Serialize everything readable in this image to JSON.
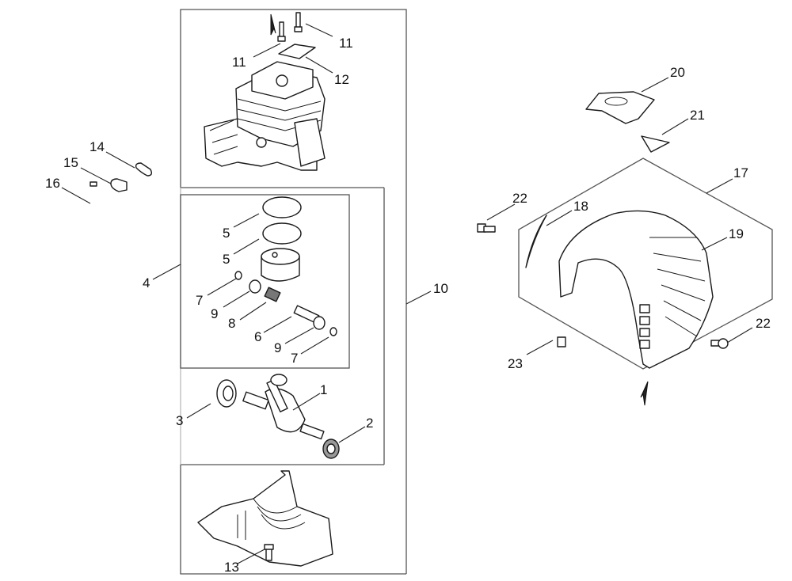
{
  "diagram": {
    "type": "exploded-parts-diagram",
    "callouts": [
      {
        "id": "c11a",
        "label": "11",
        "part": "cylinder-bolt"
      },
      {
        "id": "c11b",
        "label": "11",
        "part": "cylinder-bolt"
      },
      {
        "id": "c12",
        "label": "12",
        "part": "plate"
      },
      {
        "id": "c14",
        "label": "14",
        "part": "tab"
      },
      {
        "id": "c15",
        "label": "15",
        "part": "bracket"
      },
      {
        "id": "c16",
        "label": "16",
        "part": "screw"
      },
      {
        "id": "c4",
        "label": "4",
        "part": "piston-kit"
      },
      {
        "id": "c5a",
        "label": "5",
        "part": "piston-ring"
      },
      {
        "id": "c5b",
        "label": "5",
        "part": "piston-ring"
      },
      {
        "id": "c7a",
        "label": "7",
        "part": "circlip"
      },
      {
        "id": "c9a",
        "label": "9",
        "part": "washer"
      },
      {
        "id": "c8",
        "label": "8",
        "part": "needle-bearing"
      },
      {
        "id": "c6",
        "label": "6",
        "part": "piston-pin"
      },
      {
        "id": "c9b",
        "label": "9",
        "part": "washer"
      },
      {
        "id": "c7b",
        "label": "7",
        "part": "circlip"
      },
      {
        "id": "c10",
        "label": "10",
        "part": "engine-assembly"
      },
      {
        "id": "c1",
        "label": "1",
        "part": "crankshaft"
      },
      {
        "id": "c2",
        "label": "2",
        "part": "bearing"
      },
      {
        "id": "c3",
        "label": "3",
        "part": "oil-seal"
      },
      {
        "id": "c13",
        "label": "13",
        "part": "crankcase-bolt"
      },
      {
        "id": "c20",
        "label": "20",
        "part": "top-cover"
      },
      {
        "id": "c21",
        "label": "21",
        "part": "label"
      },
      {
        "id": "c17",
        "label": "17",
        "part": "fan-cover-assembly"
      },
      {
        "id": "c22a",
        "label": "22",
        "part": "bolt"
      },
      {
        "id": "c18",
        "label": "18",
        "part": "decal"
      },
      {
        "id": "c19",
        "label": "19",
        "part": "fan-cover"
      },
      {
        "id": "c22b",
        "label": "22",
        "part": "bolt"
      },
      {
        "id": "c23",
        "label": "23",
        "part": "pad"
      }
    ]
  }
}
